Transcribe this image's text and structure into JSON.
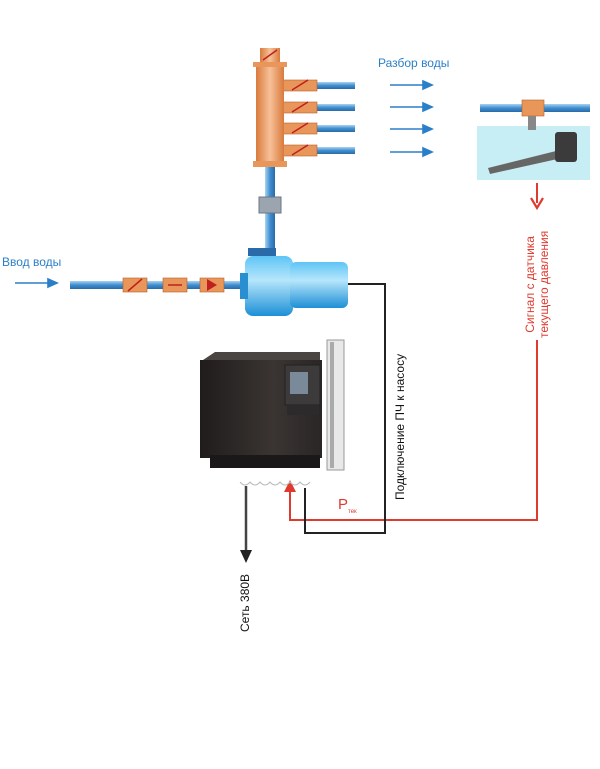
{
  "labels": {
    "water_inlet": "Ввод воды",
    "water_outlet": "Разбор воды",
    "sensor_signal_line1": "Сигнал с датчика",
    "sensor_signal_line2": "текущего давления",
    "vfd_pump_connection": "Подключение ПЧ к насосу",
    "mains": "Сеть 380В",
    "pressure_symbol": "P",
    "pressure_subscript": "тек"
  },
  "colors": {
    "water_pipe": "#3f8fd0",
    "manifold": "#e8965a",
    "signal_line": "#e03a2e",
    "power_line": "#222222",
    "pump": "#3aa8e8",
    "sensor_box": "#c8eef5"
  }
}
